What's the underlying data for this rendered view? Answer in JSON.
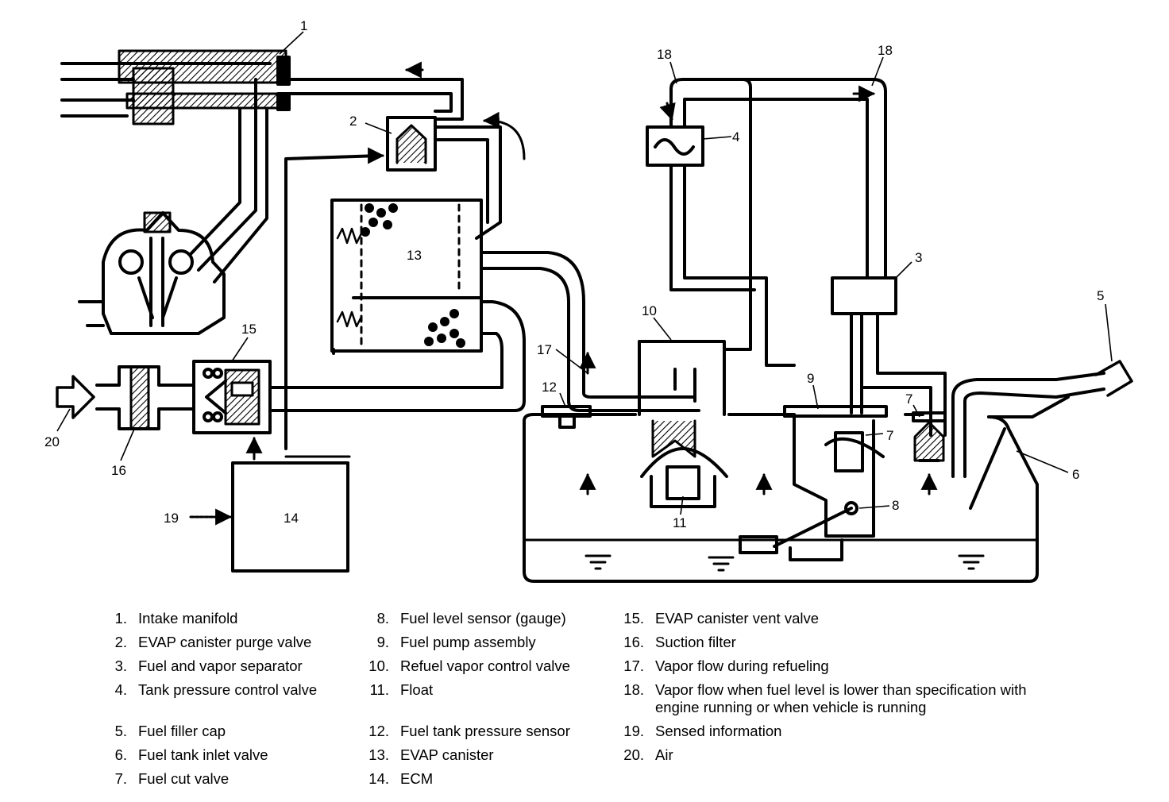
{
  "callouts": [
    "1",
    "2",
    "3",
    "4",
    "5",
    "6",
    "7",
    "7",
    "8",
    "9",
    "10",
    "11",
    "12",
    "13",
    "14",
    "15",
    "16",
    "17",
    "18",
    "18",
    "19",
    "20"
  ],
  "legend": {
    "col1": [
      {
        "num": "1.",
        "text": "Intake manifold"
      },
      {
        "num": "2.",
        "text": "EVAP canister purge valve"
      },
      {
        "num": "3.",
        "text": "Fuel and vapor separator"
      },
      {
        "num": "4.",
        "text": "Tank pressure control valve"
      },
      {
        "num": "5.",
        "text": "Fuel filler cap"
      },
      {
        "num": "6.",
        "text": "Fuel tank inlet valve"
      },
      {
        "num": "7.",
        "text": "Fuel cut valve"
      }
    ],
    "col2": [
      {
        "num": "8.",
        "text": "Fuel level sensor (gauge)"
      },
      {
        "num": "9.",
        "text": "Fuel pump assembly"
      },
      {
        "num": "10.",
        "text": "Refuel vapor control valve"
      },
      {
        "num": "11.",
        "text": "Float"
      },
      {
        "num": "12.",
        "text": "Fuel tank pressure sensor"
      },
      {
        "num": "13.",
        "text": "EVAP canister"
      },
      {
        "num": "14.",
        "text": "ECM"
      }
    ],
    "col3": [
      {
        "num": "15.",
        "text": "EVAP canister vent valve"
      },
      {
        "num": "16.",
        "text": "Suction filter"
      },
      {
        "num": "17.",
        "text": "Vapor flow during refueling"
      },
      {
        "num": "18.",
        "text": "Vapor flow when fuel level is lower than specification with engine running or when vehicle is running"
      },
      {
        "num": "19.",
        "text": "Sensed information"
      },
      {
        "num": "20.",
        "text": "Air"
      }
    ]
  }
}
